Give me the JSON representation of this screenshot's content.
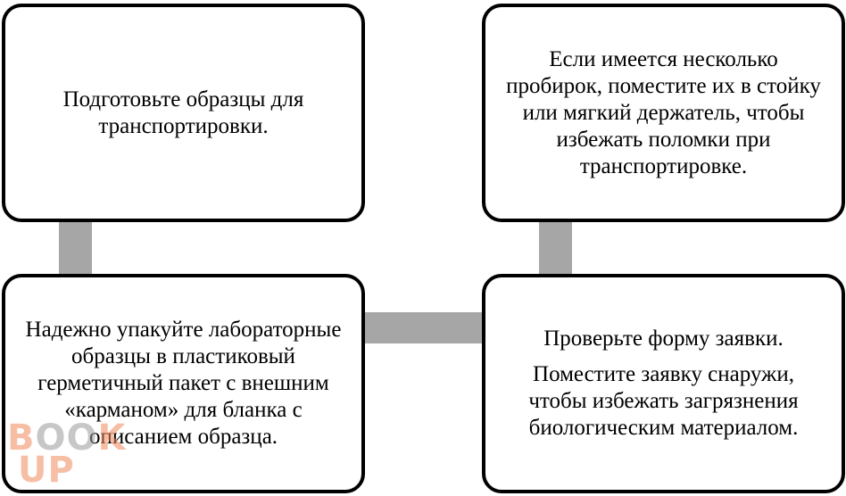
{
  "diagram": {
    "type": "process-flow",
    "boxes": [
      {
        "id": "prepare",
        "paragraphs": [
          "Подготовьте образцы для транспортировки."
        ]
      },
      {
        "id": "multiple-tubes",
        "paragraphs": [
          "Если имеется несколько пробирок, поместите их в стойку или мягкий держатель, чтобы избежать поломки при транспортировке."
        ]
      },
      {
        "id": "pack",
        "paragraphs": [
          "Надежно упакуйте лабораторные образцы в пластиковый герметичный пакет с внешним «карманом» для бланка с описанием образца."
        ]
      },
      {
        "id": "check-form",
        "paragraphs": [
          "Проверьте форму заявки.",
          "Поместите заявку снаружи, чтобы избежать загрязнения биологическим материалом."
        ]
      }
    ],
    "connections": [
      {
        "from": "prepare",
        "to": "pack"
      },
      {
        "from": "pack",
        "to": "check-form"
      },
      {
        "from": "check-form",
        "to": "multiple-tubes"
      }
    ],
    "colors": {
      "box_border": "#000000",
      "box_fill": "#ffffff",
      "connector": "#a6a6a6"
    }
  },
  "watermark": {
    "line1_start": "B",
    "line1_eyes": "OO",
    "line1_end": "K",
    "line2": "UP"
  }
}
